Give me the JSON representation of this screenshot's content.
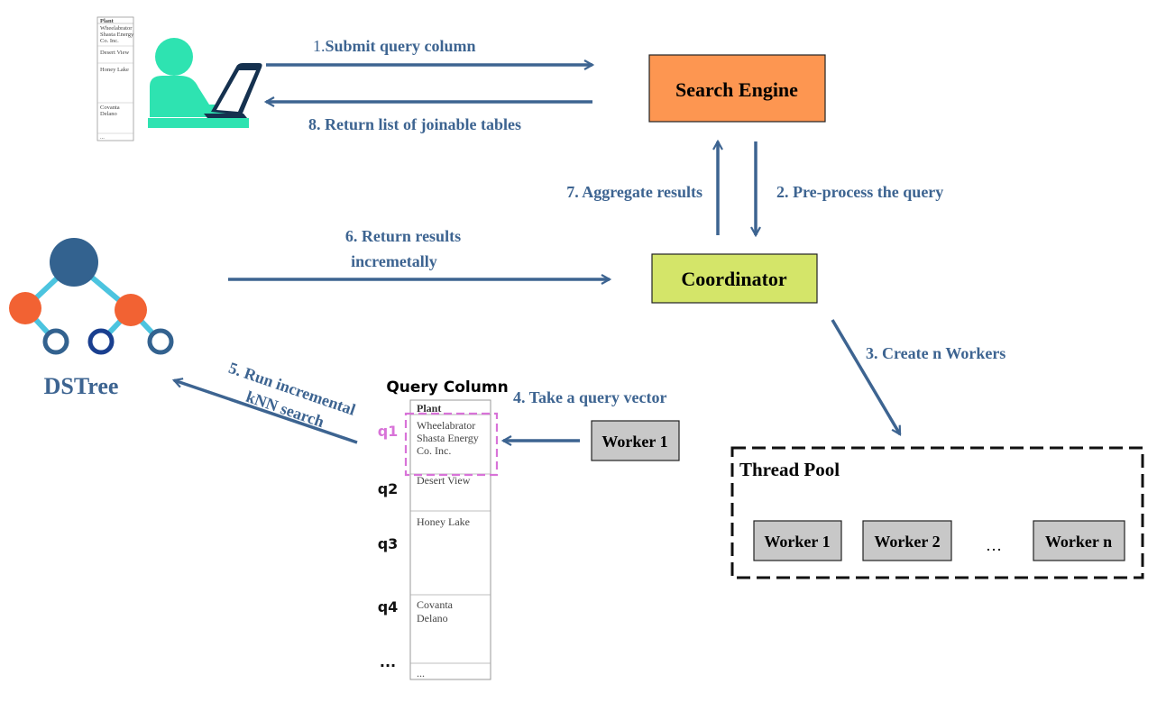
{
  "diagram": {
    "search_engine": "Search Engine",
    "coordinator": "Coordinator",
    "dstree": "DSTree",
    "thread_pool": {
      "title": "Thread Pool",
      "workers": [
        "Worker 1",
        "Worker 2",
        "Worker n"
      ],
      "ellipsis": "…"
    },
    "worker_single": "Worker 1",
    "steps": {
      "s1_num": "1.",
      "s1_text": "Submit query column",
      "s2": "2. Pre-process the query",
      "s3": "3. Create n Workers",
      "s4": "4. Take a query vector",
      "s5_line1": "5. Run incremental",
      "s5_line2": "kNN search",
      "s6_line1": "6. Return results",
      "s6_line2": "incremetally",
      "s7": "7. Aggregate results",
      "s8": "8. Return list of joinable tables"
    },
    "query_column": {
      "title": "Query Column",
      "header": "Plant",
      "rows": [
        {
          "label": "q1",
          "lines": [
            "Wheelabrator",
            "Shasta Energy",
            "Co. Inc."
          ]
        },
        {
          "label": "q2",
          "lines": [
            "Desert View"
          ]
        },
        {
          "label": "q3",
          "lines": [
            "Honey Lake"
          ]
        },
        {
          "label": "q4",
          "lines": [
            "Covanta",
            "Delano"
          ]
        },
        {
          "label": "...",
          "lines": [
            "..."
          ]
        }
      ]
    },
    "small_table": {
      "header": "Plant",
      "rows": [
        [
          "Wheelabrator",
          "Shasta Energy",
          "Co. Inc."
        ],
        [
          "Desert View"
        ],
        [
          "Honey Lake"
        ],
        [
          "Covanta",
          "Delano"
        ],
        [
          "..."
        ]
      ]
    },
    "colors": {
      "arrow": "#3d6491",
      "search_engine_fill": "#fd9651",
      "coordinator_fill": "#d4e569",
      "worker_fill": "#c8c8c8",
      "user_figure": "#2ee3b1",
      "tree_root": "#33628f",
      "tree_mid": "#f26233",
      "tree_edge": "#4cc4df",
      "highlight_dash": "#d873d8",
      "q1_label": "#d873d8"
    },
    "icons": [
      "user-at-laptop-icon",
      "tree-icon"
    ]
  }
}
